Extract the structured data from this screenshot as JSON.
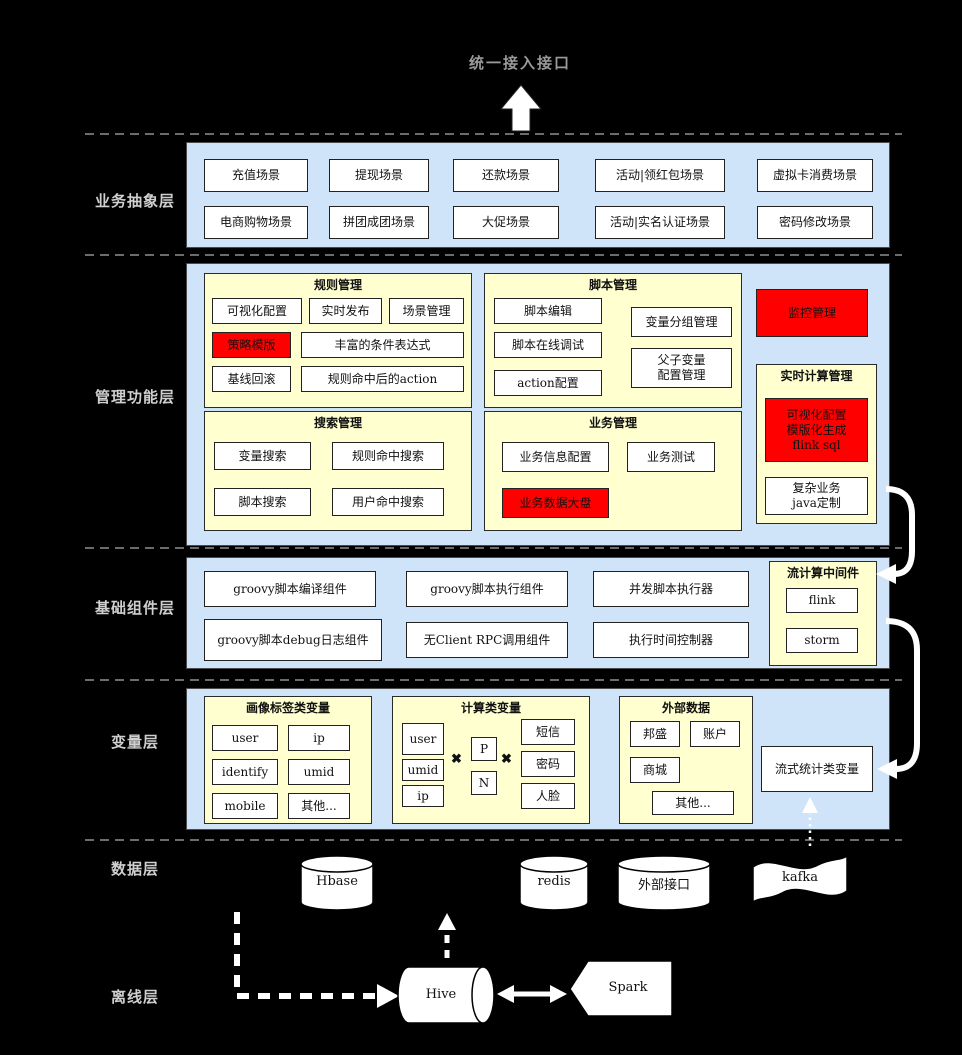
{
  "title": "统一接入接口",
  "business": {
    "label": "业务抽象层",
    "items": [
      "充值场景",
      "提现场景",
      "还款场景",
      "活动|领红包场景",
      "虚拟卡消费场景",
      "电商购物场景",
      "拼团成团场景",
      "大促场景",
      "活动|实名认证场景",
      "密码修改场景"
    ]
  },
  "management": {
    "label": "管理功能层",
    "rule": {
      "title": "规则管理",
      "visual_config": "可视化配置",
      "realtime_publish": "实时发布",
      "scene_mgmt": "场景管理",
      "strategy_template": "策略模版",
      "rich_expression": "丰富的条件表达式",
      "baseline_rollback": "基线回滚",
      "rule_hit_action": "规则命中后的action"
    },
    "script": {
      "title": "脚本管理",
      "edit": "脚本编辑",
      "online_debug": "脚本在线调试",
      "action_config": "action配置",
      "var_group": "变量分组管理",
      "parent_child": "父子变量\n配置管理"
    },
    "monitor": "监控管理",
    "realtime_calc": {
      "title": "实时计算管理",
      "flink_sql": "可视化配置\n模版化生成\nflink sql",
      "java_custom": "复杂业务\njava定制"
    },
    "search": {
      "title": "搜索管理",
      "var_search": "变量搜索",
      "rule_hit_search": "规则命中搜索",
      "script_search": "脚本搜索",
      "user_hit_search": "用户命中搜索"
    },
    "biz": {
      "title": "业务管理",
      "info_config": "业务信息配置",
      "test": "业务测试",
      "dashboard": "业务数据大盘"
    }
  },
  "component": {
    "label": "基础组件层",
    "compile": "groovy脚本编译组件",
    "exec": "groovy脚本执行组件",
    "concurrent": "并发脚本执行器",
    "debug_log": "groovy脚本debug日志组件",
    "rpc": "无Client RPC调用组件",
    "time_ctrl": "执行时间控制器",
    "stream": {
      "title": "流计算中间件",
      "flink": "flink",
      "storm": "storm"
    }
  },
  "variable": {
    "label": "变量层",
    "portrait": {
      "title": "画像标签类变量",
      "items": [
        "user",
        "ip",
        "identify",
        "umid",
        "mobile",
        "其他..."
      ]
    },
    "calc": {
      "title": "计算类变量",
      "left": [
        "user",
        "umid",
        "ip"
      ],
      "p": "P",
      "n": "N",
      "right": [
        "短信",
        "密码",
        "人脸"
      ],
      "times": "✖"
    },
    "external": {
      "title": "外部数据",
      "items": [
        "邦盛",
        "账户",
        "商城",
        "其他..."
      ]
    },
    "stream_var": "流式统计类变量"
  },
  "data_layer": {
    "label": "数据层",
    "hbase": "Hbase",
    "redis": "redis",
    "external_if": "外部接口",
    "kafka": "kafka"
  },
  "offline": {
    "label": "离线层",
    "hive": "Hive",
    "spark": "Spark"
  }
}
